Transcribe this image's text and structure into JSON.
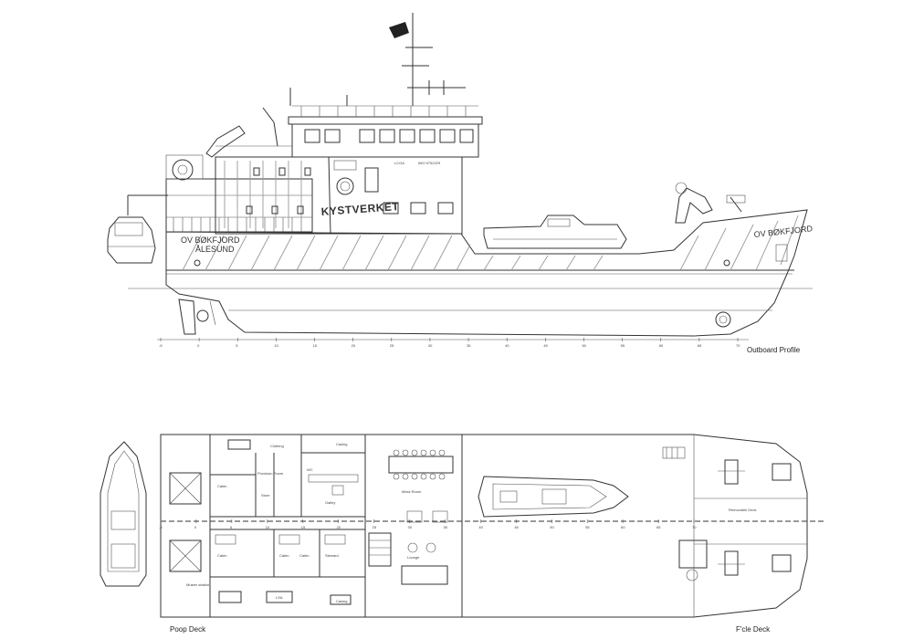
{
  "vessel": {
    "name_starboard": "OV BØKFJORD",
    "name_bow": "OV BØKFJORD",
    "home_port": "ÅLESUND",
    "operator_brand": "KYSTVERKET",
    "callsign": "LCGA",
    "imo": "IMO 9752229"
  },
  "views": {
    "outboard_profile": "Outboard Profile",
    "poop_deck": "Poop Deck",
    "fcle_deck": "F'cle Deck"
  },
  "frame_scale": {
    "labels": [
      "-5",
      "0",
      "5",
      "10",
      "15",
      "20",
      "25",
      "30",
      "35",
      "40",
      "45",
      "50",
      "55",
      "60",
      "65",
      "70"
    ]
  },
  "rooms": {
    "galley": "Galley",
    "mess_room": "Mess Room",
    "lounge": "Lounge",
    "cabin_1": "Cabin",
    "cabin_2": "Cabin",
    "cabin_3": "Cabin",
    "cabin_4": "Cabin",
    "steward": "Steward",
    "provision_room": "Provision Room",
    "casing_top": "Casing",
    "casing_bottom": "Casing",
    "clothing": "Clothing",
    "store": "Store",
    "lsa": "LSA",
    "rescue_zone": "Muster station",
    "removable_deck": "Removable Deck",
    "wc": "WC"
  }
}
